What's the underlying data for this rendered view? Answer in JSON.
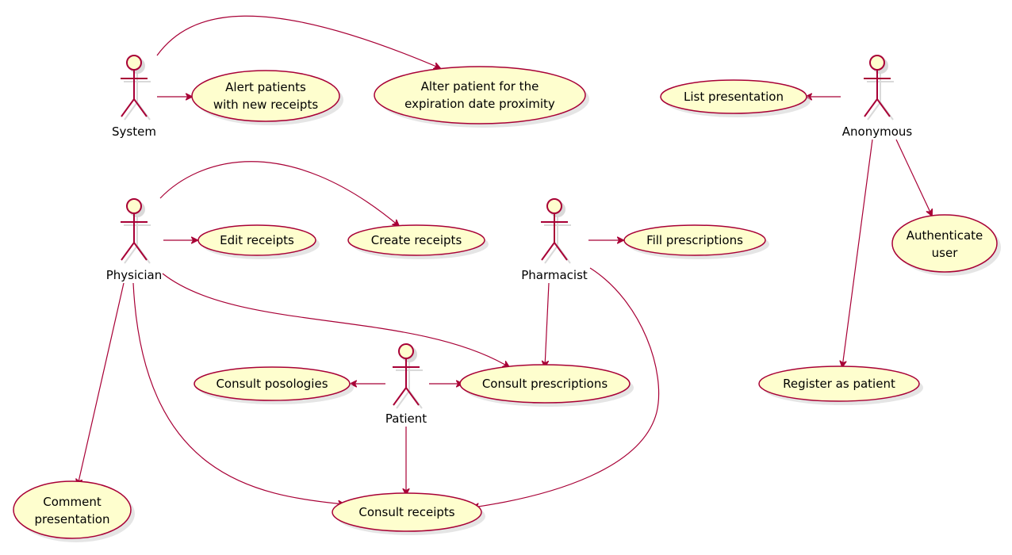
{
  "diagram": {
    "type": "use-case",
    "colors": {
      "line": "#A80036",
      "fill": "#FEFECE",
      "shadow": "#D0D0D0",
      "background": "#FFFFFF"
    },
    "actors": [
      {
        "id": "system",
        "label": "System"
      },
      {
        "id": "physician",
        "label": "Physician"
      },
      {
        "id": "pharmacist",
        "label": "Pharmacist"
      },
      {
        "id": "patient",
        "label": "Patient"
      },
      {
        "id": "anonymous",
        "label": "Anonymous"
      }
    ],
    "usecases": [
      {
        "id": "alert_new",
        "lines": [
          "Alert patients",
          "with new receipts"
        ]
      },
      {
        "id": "alter_exp",
        "lines": [
          "Alter patient for the",
          "expiration date proximity"
        ]
      },
      {
        "id": "list_pres",
        "lines": [
          "List presentation"
        ]
      },
      {
        "id": "edit_rec",
        "lines": [
          "Edit receipts"
        ]
      },
      {
        "id": "create_rec",
        "lines": [
          "Create receipts"
        ]
      },
      {
        "id": "fill_pres",
        "lines": [
          "Fill prescriptions"
        ]
      },
      {
        "id": "auth_user",
        "lines": [
          "Authenticate",
          "user"
        ]
      },
      {
        "id": "consult_pos",
        "lines": [
          "Consult posologies"
        ]
      },
      {
        "id": "consult_pres",
        "lines": [
          "Consult prescriptions"
        ]
      },
      {
        "id": "register",
        "lines": [
          "Register as patient"
        ]
      },
      {
        "id": "comment_pres",
        "lines": [
          "Comment",
          "presentation"
        ]
      },
      {
        "id": "consult_rec",
        "lines": [
          "Consult receipts"
        ]
      }
    ],
    "relations": [
      {
        "from": "system",
        "to": "alert_new"
      },
      {
        "from": "system",
        "to": "alter_exp"
      },
      {
        "from": "anonymous",
        "to": "list_pres"
      },
      {
        "from": "anonymous",
        "to": "auth_user"
      },
      {
        "from": "anonymous",
        "to": "register"
      },
      {
        "from": "physician",
        "to": "edit_rec"
      },
      {
        "from": "physician",
        "to": "create_rec"
      },
      {
        "from": "physician",
        "to": "consult_pres"
      },
      {
        "from": "physician",
        "to": "comment_pres"
      },
      {
        "from": "physician",
        "to": "consult_rec"
      },
      {
        "from": "pharmacist",
        "to": "fill_pres"
      },
      {
        "from": "pharmacist",
        "to": "consult_pres"
      },
      {
        "from": "pharmacist",
        "to": "consult_rec"
      },
      {
        "from": "patient",
        "to": "consult_pos"
      },
      {
        "from": "patient",
        "to": "consult_pres"
      },
      {
        "from": "patient",
        "to": "consult_rec"
      }
    ]
  }
}
